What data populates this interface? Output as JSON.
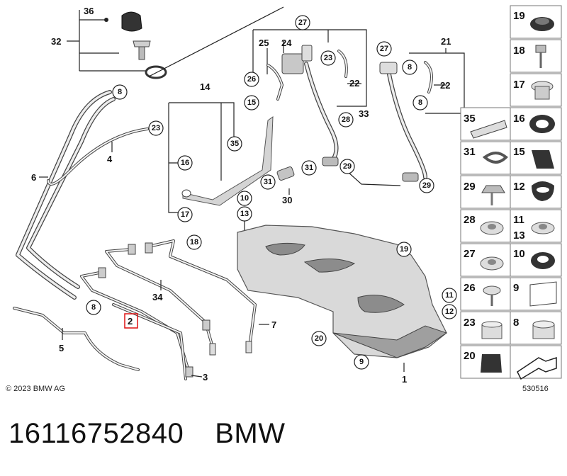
{
  "diagram": {
    "copyright": "© 2023 BMW AG",
    "drawing_number": "530516",
    "highlighted_part": "2",
    "callouts_plain": [
      "36",
      "32",
      "25",
      "24",
      "33",
      "22",
      "22",
      "21",
      "14",
      "6",
      "4",
      "34",
      "7",
      "5",
      "3",
      "30",
      "1",
      "2"
    ],
    "callouts_circled": [
      "27",
      "23",
      "26",
      "27",
      "8",
      "8",
      "15",
      "35",
      "16",
      "17",
      "8",
      "23",
      "28",
      "31",
      "29",
      "31",
      "29",
      "10",
      "13",
      "18",
      "19",
      "11",
      "12",
      "20",
      "9",
      "8"
    ],
    "parts_legend": [
      {
        "left": "19",
        "right": "18"
      },
      {
        "left": "17",
        "right": "35"
      },
      {
        "left": "16",
        "right": "31"
      },
      {
        "left": "15",
        "right": "29"
      },
      {
        "left": "12",
        "right": "28"
      },
      {
        "left": "11",
        "right": "13"
      },
      {
        "left": "27",
        "right": "10"
      },
      {
        "left": "26",
        "right": "9"
      },
      {
        "left": "23",
        "right": "8"
      },
      {
        "left": "20",
        "right": ""
      }
    ]
  },
  "footer": {
    "part_number": "16116752840",
    "brand": "BMW"
  }
}
